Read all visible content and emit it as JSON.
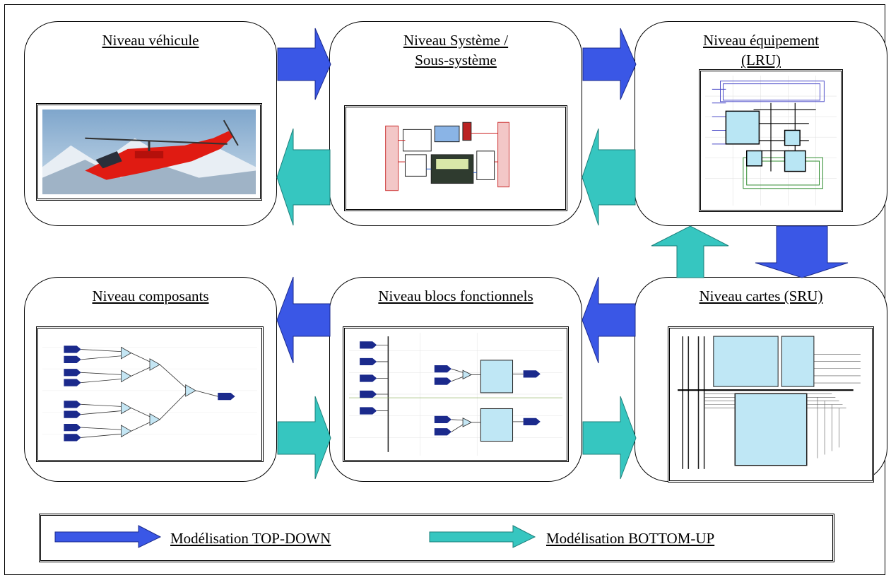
{
  "levels": {
    "vehicle": {
      "title": "Niveau véhicule"
    },
    "system": {
      "title_line1": "Niveau Système /",
      "title_line2": "Sous-système"
    },
    "equipment": {
      "title_line1": "Niveau équipement",
      "title_line2": "(LRU)"
    },
    "components": {
      "title": "Niveau composants"
    },
    "functional_blocks": {
      "title": "Niveau blocs fonctionnels"
    },
    "boards": {
      "title": "Niveau cartes (SRU)"
    }
  },
  "legend": {
    "top_down_label": "Modélisation TOP-DOWN",
    "bottom_up_label": "Modélisation BOTTOM-UP"
  },
  "colors": {
    "top_down": "#3a57e6",
    "bottom_up": "#36c6c0",
    "schematic_block": "#bfe7f5",
    "schematic_wire": "#1b2a8c"
  },
  "icons": {
    "vehicle_image": "helicopter-photo",
    "system_image": "system-block-diagram",
    "equipment_image": "lru-schematic",
    "components_image": "component-schematic",
    "functional_blocks_image": "functional-block-schematic",
    "boards_image": "board-schematic"
  }
}
